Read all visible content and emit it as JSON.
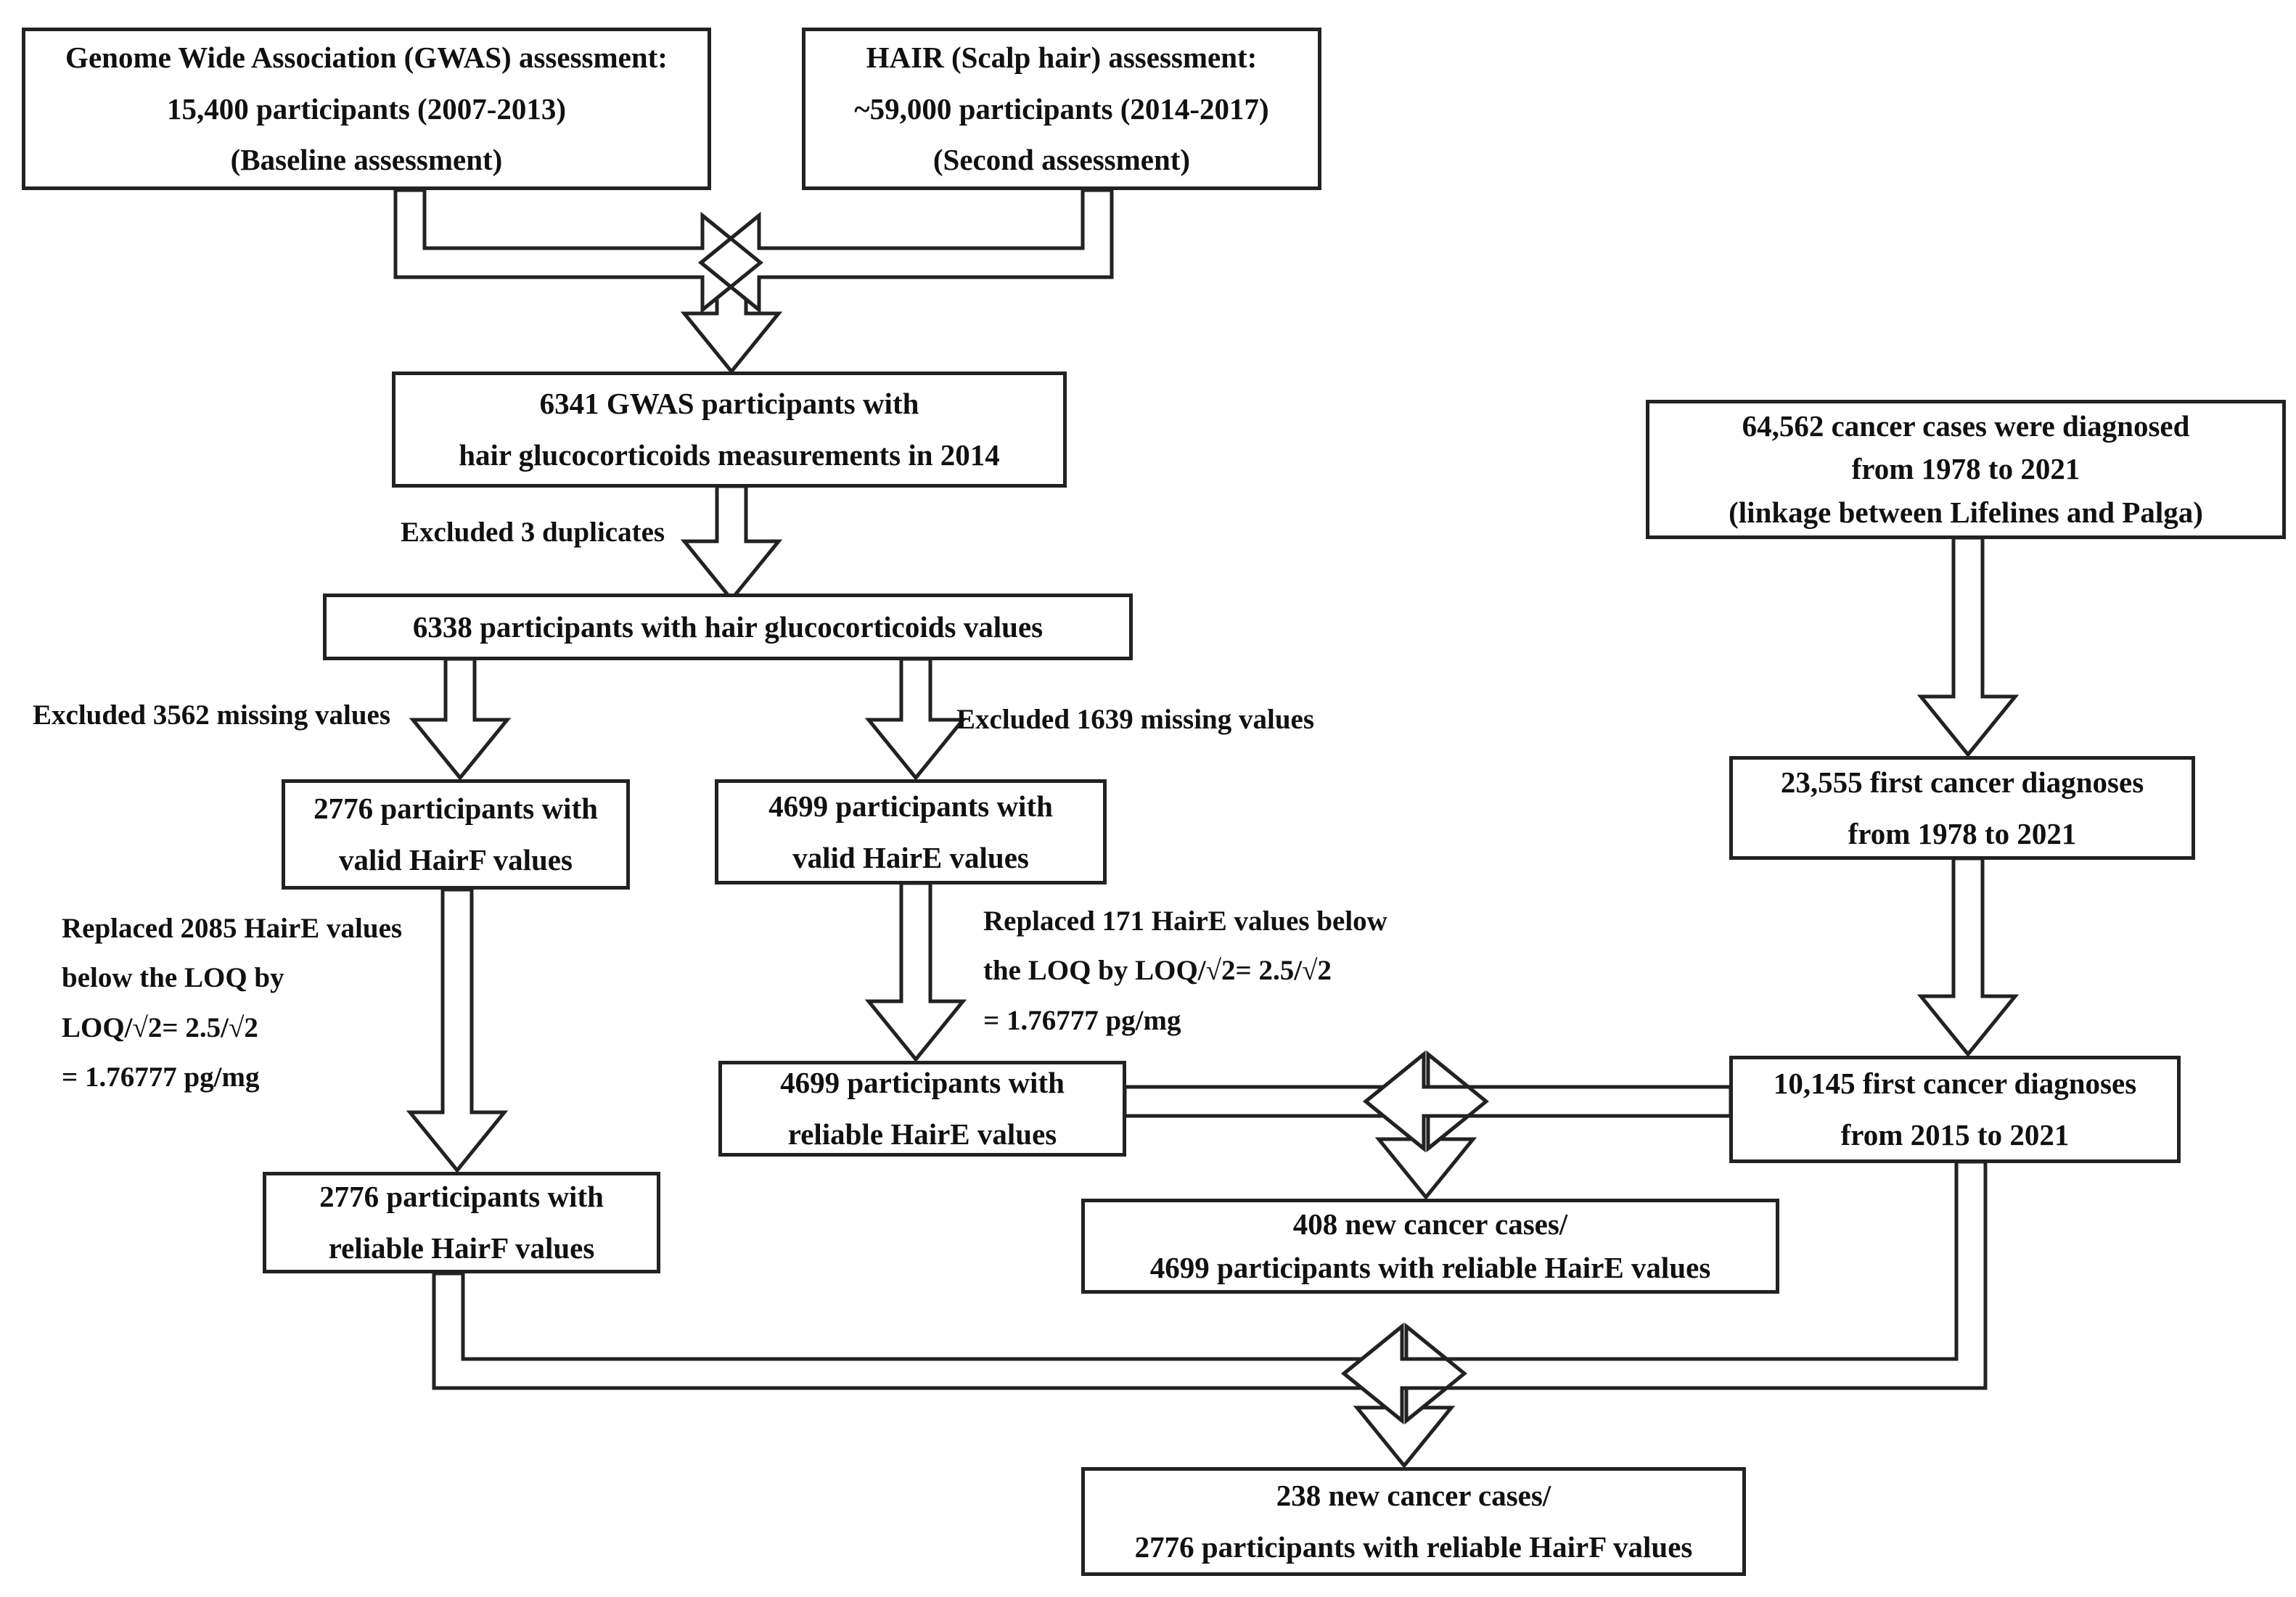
{
  "diagram": {
    "boxes": {
      "gwas": "Genome Wide Association (GWAS) assessment:\n15,400 participants (2007-2013)\n(Baseline assessment)",
      "hair": "HAIR (Scalp hair) assessment:\n~59,000 participants (2014-2017)\n(Second assessment)",
      "gwas_hgc": "6341 GWAS participants with\nhair glucocorticoids measurements in 2014",
      "hgc_values": "6338 participants with hair glucocorticoids values",
      "valid_hairf": "2776 participants with\nvalid HairF values",
      "valid_haire": "4699 participants with\nvalid HairE values",
      "reliable_haire": "4699 participants with\nreliable HairE values",
      "reliable_hairf": "2776 participants with\nreliable HairF values",
      "cancer_all": "64,562 cancer cases were diagnosed\nfrom 1978 to 2021\n(linkage between Lifelines and Palga)",
      "cancer_first": "23,555 first cancer diagnoses\nfrom 1978 to 2021",
      "cancer_2015": "10,145 first cancer diagnoses\nfrom 2015 to 2021",
      "new_cases_haire": "408 new cancer cases/\n4699 participants with reliable HairE values",
      "new_cases_hairf": "238 new cancer cases/\n2776 participants with reliable HairF values"
    },
    "labels": {
      "excluded_duplicates": "Excluded 3 duplicates",
      "excluded_3562": "Excluded 3562 missing values",
      "excluded_1639": "Excluded 1639 missing values",
      "replaced_2085": "Replaced 2085 HairE values\nbelow the LOQ by\nLOQ/√2= 2.5/√2\n= 1.76777 pg/mg",
      "replaced_171": "Replaced 171 HairE values below\nthe LOQ by  LOQ/√2= 2.5/√2\n= 1.76777 pg/mg"
    },
    "colors": {
      "line": "#222222",
      "fill": "#ffffff",
      "text": "#111111"
    }
  }
}
